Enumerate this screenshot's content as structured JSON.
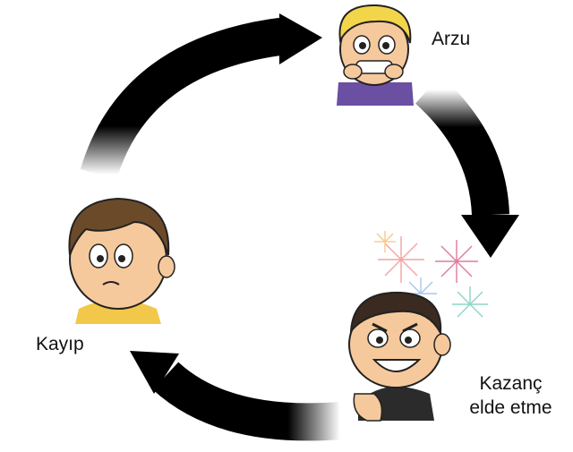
{
  "nodes": {
    "desire": {
      "label": "Arzu"
    },
    "gain": {
      "label_line1": "Kazanç",
      "label_line2": "elde etme"
    },
    "loss": {
      "label": "Kayıp"
    }
  },
  "colors": {
    "arrow": "#000000",
    "skin": "#f6c99c",
    "hair_blond": "#f3d54a",
    "hair_brown": "#6b4a2a",
    "hair_dark": "#3a2a20",
    "shirt_purple": "#6a4fa3",
    "shirt_yellow": "#f2c84b",
    "shirt_dark": "#2b2b2b"
  },
  "icons": [
    "desire-boy-icon",
    "gain-boy-icon",
    "loss-boy-icon",
    "fireworks-icon"
  ]
}
